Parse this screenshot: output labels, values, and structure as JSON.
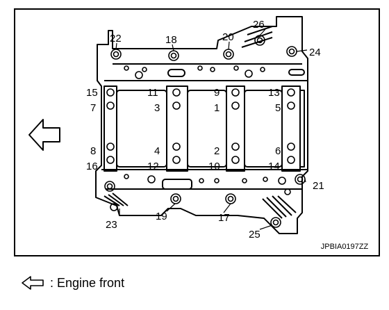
{
  "callouts": {
    "n22": "22",
    "n18": "18",
    "n20": "20",
    "n26": "26",
    "n24": "24",
    "n15": "15",
    "n11": "11",
    "n9": "9",
    "n13": "13",
    "n7": "7",
    "n3": "3",
    "n1": "1",
    "n5": "5",
    "n8": "8",
    "n4": "4",
    "n2": "2",
    "n6": "6",
    "n16": "16",
    "n12": "12",
    "n10": "10",
    "n14": "14",
    "n21": "21",
    "n23": "23",
    "n19": "19",
    "n17": "17",
    "n25": "25"
  },
  "figure_code": "JPBIA0197ZZ",
  "legend": {
    "text": ": Engine front"
  },
  "icons": {
    "direction": "left-hollow-arrow-icon"
  }
}
